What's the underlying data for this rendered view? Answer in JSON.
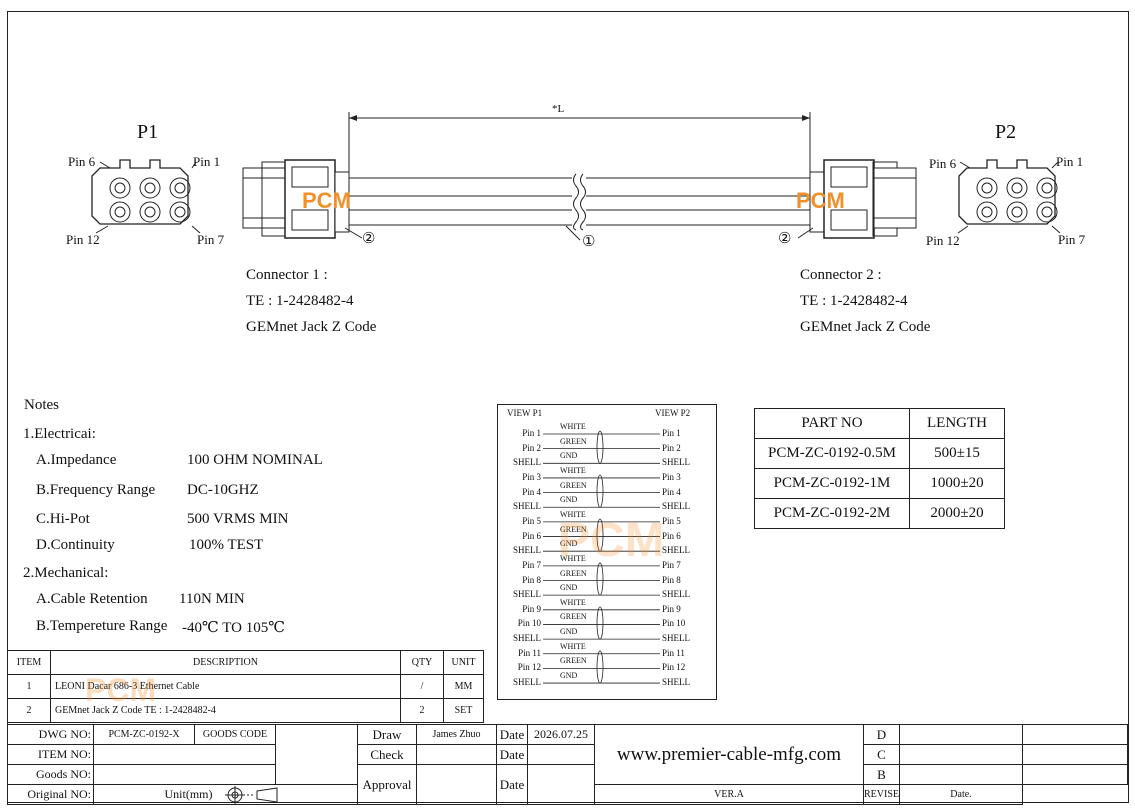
{
  "dims": {
    "length_label": "*L"
  },
  "p1": {
    "title": "P1",
    "pin_top_left": "Pin 6",
    "pin_top_right": "Pin 1",
    "pin_bottom_left": "Pin 12",
    "pin_bottom_right": "Pin 7",
    "conn_label": "Connector 1 :",
    "conn_part": "TE : 1-2428482-4",
    "conn_desc": "GEMnet Jack Z Code"
  },
  "p2": {
    "title": "P2",
    "pin_top_left": "Pin 6",
    "pin_top_right": "Pin 1",
    "pin_bottom_left": "Pin 12",
    "pin_bottom_right": "Pin 7",
    "conn_label": "Connector 2 :",
    "conn_part": "TE : 1-2428482-4",
    "conn_desc": "GEMnet Jack Z Code"
  },
  "balloons": {
    "cable": "①",
    "connector": "②"
  },
  "watermark": "PCM",
  "notes": {
    "title": "Notes",
    "electrical": "1.Electricai:",
    "impedance_label": "A.Impedance",
    "impedance_value": "100 OHM NOMINAL",
    "freq_label": "B.Frequency Range",
    "freq_value": "DC-10GHZ",
    "hipot_label": "C.Hi-Pot",
    "hipot_value": "500 VRMS MIN",
    "cont_label": "D.Continuity",
    "cont_value": "100% TEST",
    "mechanical": "2.Mechanical:",
    "retention_label": "A.Cable Retention",
    "retention_value": "110N MIN",
    "temp_label": "B.Tempereture Range",
    "temp_value": "-40℃ TO 105℃"
  },
  "wiring": {
    "view_p1": "VIEW P1",
    "view_p2": "VIEW P2",
    "rows": [
      {
        "left": "Pin 1",
        "wire": "WHITE",
        "right": "Pin 1"
      },
      {
        "left": "Pin 2",
        "wire": "GREEN",
        "right": "Pin 2"
      },
      {
        "left": "SHELL",
        "wire": "GND",
        "right": "SHELL"
      },
      {
        "left": "Pin 3",
        "wire": "WHITE",
        "right": "Pin 3"
      },
      {
        "left": "Pin 4",
        "wire": "GREEN",
        "right": "Pin 4"
      },
      {
        "left": "SHELL",
        "wire": "GND",
        "right": "SHELL"
      },
      {
        "left": "Pin 5",
        "wire": "WHITE",
        "right": "Pin 5"
      },
      {
        "left": "Pin 6",
        "wire": "GREEN",
        "right": "Pin 6"
      },
      {
        "left": "SHELL",
        "wire": "GND",
        "right": "SHELL"
      },
      {
        "left": "Pin 7",
        "wire": "WHITE",
        "right": "Pin 7"
      },
      {
        "left": "Pin 8",
        "wire": "GREEN",
        "right": "Pin 8"
      },
      {
        "left": "SHELL",
        "wire": "GND",
        "right": "SHELL"
      },
      {
        "left": "Pin 9",
        "wire": "WHITE",
        "right": "Pin 9"
      },
      {
        "left": "Pin 10",
        "wire": "GREEN",
        "right": "Pin 10"
      },
      {
        "left": "SHELL",
        "wire": "GND",
        "right": "SHELL"
      },
      {
        "left": "Pin 11",
        "wire": "WHITE",
        "right": "Pin 11"
      },
      {
        "left": "Pin 12",
        "wire": "GREEN",
        "right": "Pin 12"
      },
      {
        "left": "SHELL",
        "wire": "GND",
        "right": "SHELL"
      }
    ]
  },
  "parts": {
    "head_part": "PART NO",
    "head_length": "LENGTH",
    "rows": [
      {
        "part": "PCM-ZC-0192-0.5M",
        "length": "500±15"
      },
      {
        "part": "PCM-ZC-0192-1M",
        "length": "1000±20"
      },
      {
        "part": "PCM-ZC-0192-2M",
        "length": "2000±20"
      }
    ]
  },
  "bom": {
    "head_item": "ITEM",
    "head_desc": "DESCRIPTION",
    "head_qty": "QTY",
    "head_unit": "UNIT",
    "rows": [
      {
        "item": "1",
        "desc": "LEONI Dacar 686-3 Ethernet Cable",
        "qty": "/",
        "unit": "MM"
      },
      {
        "item": "2",
        "desc": "GEMnet Jack Z Code TE : 1-2428482-4",
        "qty": "2",
        "unit": "SET"
      }
    ]
  },
  "titleblock": {
    "dwg_no_label": "DWG NO:",
    "dwg_no": "PCM-ZC-0192-X",
    "goods_code": "GOODS CODE",
    "item_no_label": "ITEM NO:",
    "goods_no_label": "Goods NO:",
    "original_no_label": "Original NO:",
    "unit_label": "Unit(mm)",
    "draw_label": "Draw",
    "draw_name": "James Zhuo",
    "check_label": "Check",
    "approval_label": "Approval",
    "date_label": "Date",
    "date_value": "2026.07.25",
    "website": "www.premier-cable-mfg.com",
    "rev_d": "D",
    "rev_c": "C",
    "rev_b": "B",
    "ver": "VER.A",
    "revise": "REVISE",
    "date_col": "Date."
  }
}
